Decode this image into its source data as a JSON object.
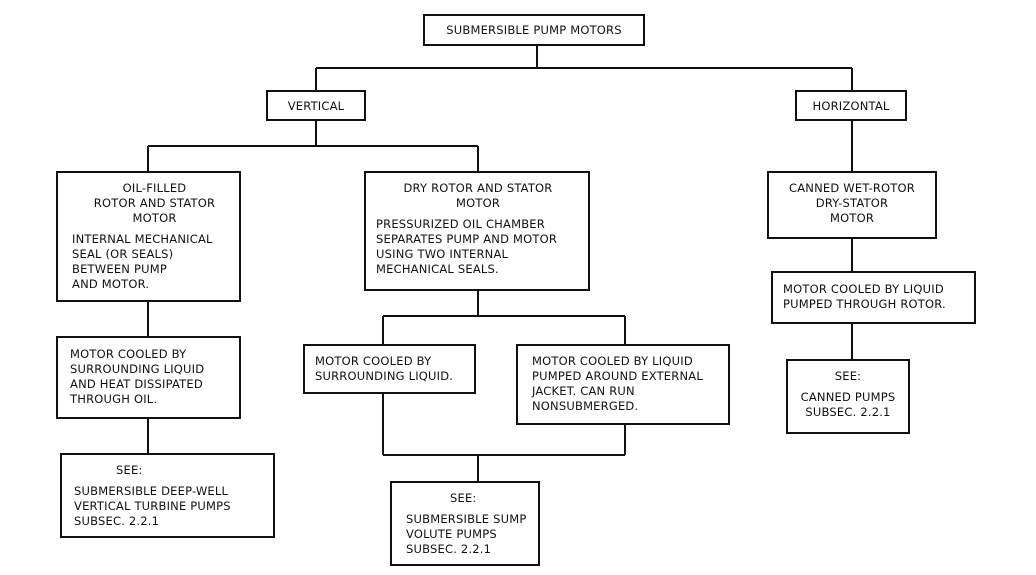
{
  "diagram": {
    "root": "SUBMERSIBLE PUMP MOTORS",
    "vertical": "VERTICAL",
    "horizontal": "HORIZONTAL",
    "oil_filled": {
      "title": "OIL-FILLED\nROTOR AND STATOR\nMOTOR",
      "desc": "INTERNAL MECHANICAL\nSEAL (OR SEALS)\nBETWEEN PUMP\nAND MOTOR."
    },
    "oil_cooling": "MOTOR COOLED BY\nSURROUNDING LIQUID\nAND HEAT DISSIPATED\nTHROUGH OIL.",
    "oil_see": {
      "label": "SEE:",
      "ref": "SUBMERSIBLE DEEP-WELL\nVERTICAL TURBINE PUMPS\nSUBSEC. 2.2.1"
    },
    "dry_rotor": {
      "title": "DRY ROTOR AND STATOR\nMOTOR",
      "desc": "PRESSURIZED OIL CHAMBER\nSEPARATES PUMP AND MOTOR\nUSING TWO INTERNAL\nMECHANICAL SEALS."
    },
    "dry_cool_surrounding": "MOTOR COOLED BY\nSURROUNDING LIQUID.",
    "dry_cool_jacket": "MOTOR COOLED BY LIQUID\nPUMPED AROUND EXTERNAL\nJACKET. CAN RUN\nNONSUBMERGED.",
    "dry_see": {
      "label": "SEE:",
      "ref": "SUBMERSIBLE SUMP\nVOLUTE PUMPS\nSUBSEC. 2.2.1"
    },
    "canned": "CANNED WET-ROTOR\nDRY-STATOR\nMOTOR",
    "canned_cooling": "MOTOR COOLED BY LIQUID\nPUMPED THROUGH ROTOR.",
    "canned_see": {
      "label": "SEE:",
      "ref": "CANNED PUMPS\nSUBSEC. 2.2.1"
    }
  }
}
